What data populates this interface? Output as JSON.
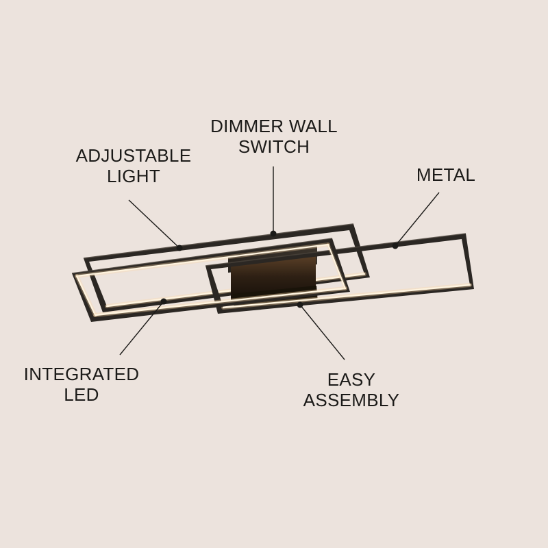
{
  "page": {
    "kind": "product-feature-diagram",
    "background_color": "#ECE3DD"
  },
  "colors": {
    "bg": "#ECE3DD",
    "text": "#1B1A18",
    "frame": "#2B2723",
    "frame-sheen": "#4A433B",
    "led-core": "#FFF4DF",
    "led-glow": "#FFD9A8"
  },
  "diagram": {
    "subject": "rectangular-frame LED ceiling light",
    "features": [
      {
        "id": "adjustable-light",
        "label": "ADJUSTABLE\nLIGHT"
      },
      {
        "id": "dimmer-wall-switch",
        "label": "DIMMER WALL\nSWITCH"
      },
      {
        "id": "metal",
        "label": "METAL"
      },
      {
        "id": "integrated-led",
        "label": "INTEGRATED\nLED"
      },
      {
        "id": "easy-assembly",
        "label": "EASY\nASSEMBLY"
      }
    ]
  }
}
